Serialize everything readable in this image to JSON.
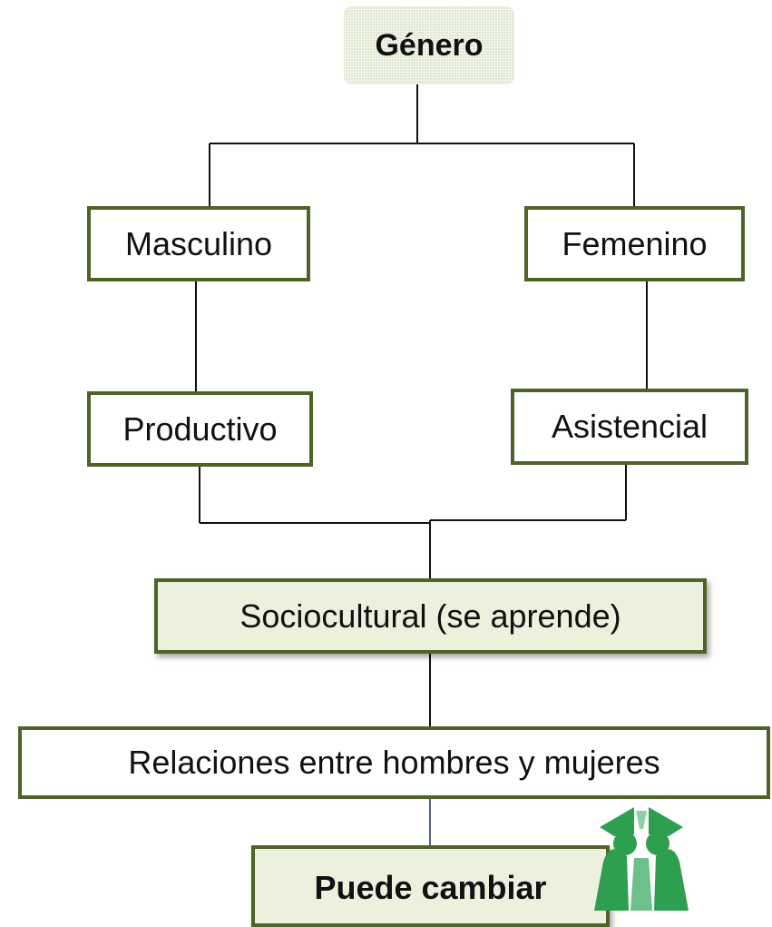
{
  "diagram": {
    "root": "Género",
    "masculine": "Masculino",
    "feminine": "Femenino",
    "productive": "Productivo",
    "care": "Asistencial",
    "sociocultural": "Sociocultural (se aprende)",
    "relations": "Relaciones entre hombres y mujeres",
    "change": "Puede cambiar"
  },
  "colors": {
    "box_border": "#4f6228",
    "box_fill_light": "#ebf1dd",
    "root_fill": "#dfe6cf",
    "logo_green": "#2e9e4f",
    "connector": "#111111"
  },
  "icons": {
    "logo": "organization-logo-icon"
  }
}
